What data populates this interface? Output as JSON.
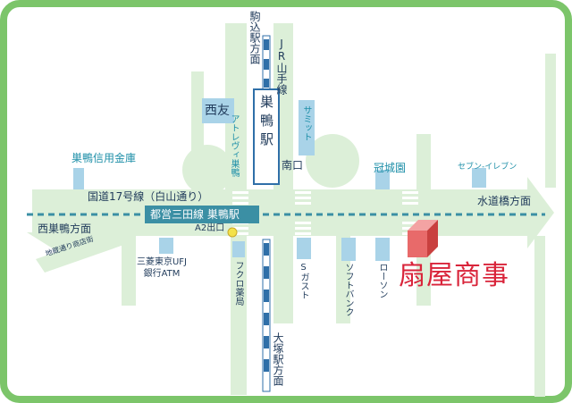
{
  "colors": {
    "frame": "#7cc56a",
    "road": "#dcefd8",
    "building": "#a9d3e8",
    "rail_line": "#3b8fa4",
    "jr_track": "#2f6fa8",
    "accent_red": "#d9243a",
    "text_navy": "#1f3a5a",
    "text_teal": "#1e8fa8"
  },
  "stations": {
    "sugamo": "巣鴨駅",
    "south_exit": "南口",
    "subway_line": "都営三田線 巣鴨駅",
    "exit_a2": "A2出口"
  },
  "lines": {
    "jr": "JR山手線"
  },
  "directions": {
    "komagome": "駒込駅方面",
    "otsuka": "大塚駅方面",
    "nishisugamo": "西巣鴨方面",
    "suidobashi": "水道橋方面"
  },
  "roads": {
    "route17": "国道17号線（白山通り）",
    "jizo_street": "地蔵通り商店街"
  },
  "landmarks": {
    "nishitomo": "西友",
    "summit": "サミット",
    "shinkin": "巣鴨信用金庫",
    "kanjo": "冠城園",
    "seven": "セブン-イレブン",
    "atre": "アトレヴィ巣鴨",
    "mufg": "三菱東京UFJ銀行ATM",
    "fukuro": "フクロ薬局",
    "gusto": "Sガスト",
    "softbank": "ソフトバンク",
    "lawson": "ローソン"
  },
  "company": {
    "name": "扇屋商事"
  },
  "icons": {
    "destination": "destination-marker-icon",
    "exit": "exit-dot-icon",
    "arrow": "direction-arrow-icon"
  }
}
